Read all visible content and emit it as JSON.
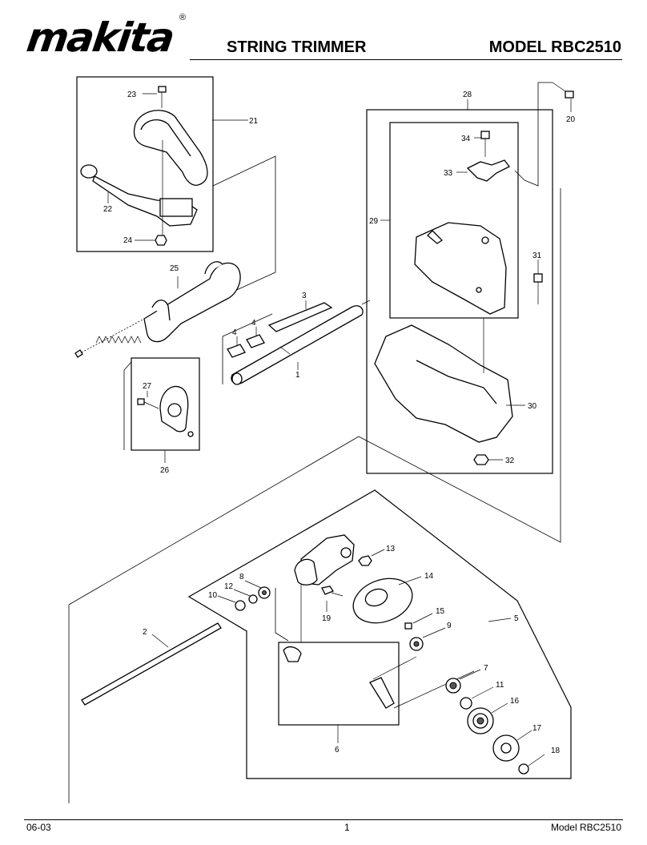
{
  "header": {
    "brand": "makita",
    "registered": "®",
    "title": "STRING TRIMMER",
    "model": "MODEL RBC2510"
  },
  "footer": {
    "date": "06-03",
    "page": "1",
    "model": "Model  RBC2510"
  },
  "parts": {
    "p1": "1",
    "p2": "2",
    "p3": "3",
    "p4a": "4",
    "p4b": "4",
    "p5": "5",
    "p6": "6",
    "p7": "7",
    "p8": "8",
    "p9": "9",
    "p10": "10",
    "p11": "11",
    "p12": "12",
    "p13": "13",
    "p14": "14",
    "p15": "15",
    "p16": "16",
    "p17": "17",
    "p18": "18",
    "p19": "19",
    "p20": "20",
    "p21": "21",
    "p22": "22",
    "p23": "23",
    "p24": "24",
    "p25": "25",
    "p26": "26",
    "p27": "27",
    "p28": "28",
    "p29": "29",
    "p30": "30",
    "p31": "31",
    "p32": "32",
    "p33": "33",
    "p34": "34"
  }
}
